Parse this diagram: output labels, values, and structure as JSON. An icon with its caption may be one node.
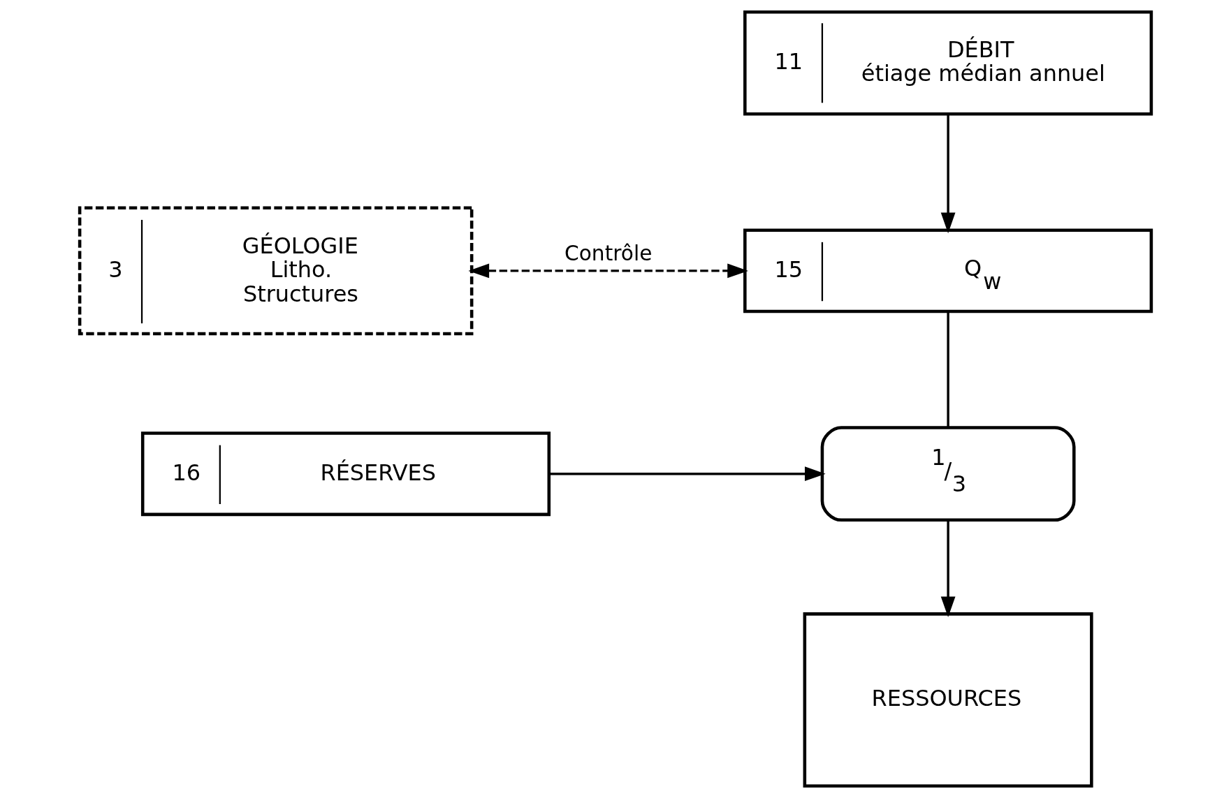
{
  "diagram": {
    "nodes": [
      {
        "text": [
          "3",
          "GÉOLOGIE",
          "Litho.",
          "Structures"
        ]
      },
      {
        "text": [
          "11",
          "DÉBIT",
          "étiage médian annuel"
        ]
      },
      {
        "text": [
          "15",
          "Q$_{w}$"
        ]
      },
      {
        "text": [
          "16",
          "RÉSERVES"
        ]
      },
      {
        "text": [
          "$^{1}$/$_{3}$"
        ]
      },
      {
        "text": [
          "RESSOURCES"
        ]
      }
    ],
    "edges": [
      {
        "from": 1,
        "to": 2,
        "arrow": "to"
      },
      {
        "from": 0,
        "to": 2,
        "arrow": "both",
        "label": "Contrôle",
        "style": "dashed"
      },
      {
        "from": 2,
        "to": 4,
        "arrow": "none"
      },
      {
        "from": 3,
        "to": 4,
        "arrow": "to"
      },
      {
        "from": 4,
        "to": 5,
        "arrow": "to"
      }
    ]
  }
}
